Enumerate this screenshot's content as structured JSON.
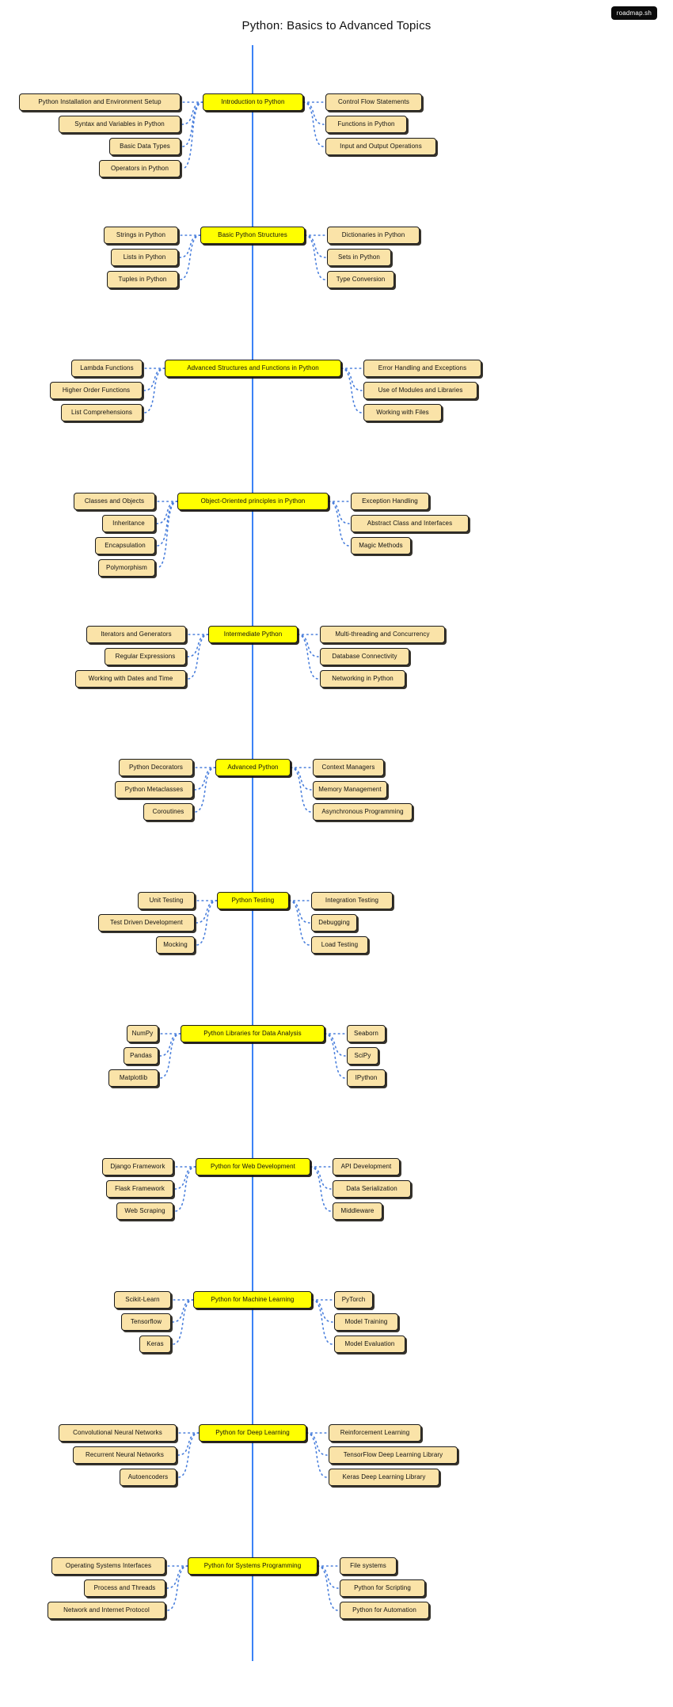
{
  "page": {
    "title": "Python: Basics to Advanced Topics",
    "badge": "roadmap.sh",
    "colors": {
      "root_fill": "#ffff00",
      "leaf_fill": "#fae3a8",
      "border": "#1b1b1b",
      "spine": "#3b82f6",
      "connector": "#4a7fdc",
      "background": "#ffffff",
      "badge_bg": "#0b0b0b",
      "text": "#111111"
    }
  },
  "sections": [
    {
      "root": "Introduction to Python",
      "left": [
        "Python Installation and Environment Setup",
        "Syntax and Variables in Python",
        "Basic Data Types",
        "Operators in Python"
      ],
      "right": [
        "Control Flow Statements",
        "Functions in Python",
        "Input and Output Operations"
      ]
    },
    {
      "root": "Basic Python Structures",
      "left": [
        "Strings in Python",
        "Lists in Python",
        "Tuples in Python"
      ],
      "right": [
        "Dictionaries in Python",
        "Sets in Python",
        "Type Conversion"
      ]
    },
    {
      "root": "Advanced Structures and Functions in Python",
      "left": [
        "Lambda Functions",
        "Higher Order Functions",
        "List Comprehensions"
      ],
      "right": [
        "Error Handling and Exceptions",
        "Use of Modules and Libraries",
        "Working with Files"
      ]
    },
    {
      "root": "Object-Oriented principles in Python",
      "left": [
        "Classes and Objects",
        "Inheritance",
        "Encapsulation",
        "Polymorphism"
      ],
      "right": [
        "Exception Handling",
        "Abstract Class and Interfaces",
        "Magic Methods"
      ]
    },
    {
      "root": "Intermediate Python",
      "left": [
        "Iterators and Generators",
        "Regular Expressions",
        "Working with Dates and Time"
      ],
      "right": [
        "Multi-threading and Concurrency",
        "Database Connectivity",
        "Networking in Python"
      ]
    },
    {
      "root": "Advanced Python",
      "left": [
        "Python Decorators",
        "Python Metaclasses",
        "Coroutines"
      ],
      "right": [
        "Context Managers",
        "Memory Management",
        "Asynchronous Programming"
      ]
    },
    {
      "root": "Python Testing",
      "left": [
        "Unit Testing",
        "Test Driven Development",
        "Mocking"
      ],
      "right": [
        "Integration Testing",
        "Debugging",
        "Load Testing"
      ]
    },
    {
      "root": "Python Libraries for Data Analysis",
      "left": [
        "NumPy",
        "Pandas",
        "Matplotlib"
      ],
      "right": [
        "Seaborn",
        "SciPy",
        "IPython"
      ]
    },
    {
      "root": "Python for Web Development",
      "left": [
        "Django Framework",
        "Flask Framework",
        "Web Scraping"
      ],
      "right": [
        "API Development",
        "Data Serialization",
        "Middleware"
      ]
    },
    {
      "root": "Python for Machine Learning",
      "left": [
        "Scikit-Learn",
        "Tensorflow",
        "Keras"
      ],
      "right": [
        "PyTorch",
        "Model Training",
        "Model Evaluation"
      ]
    },
    {
      "root": "Python for Deep Learning",
      "left": [
        "Convolutional Neural Networks",
        "Recurrent Neural Networks",
        "Autoencoders"
      ],
      "right": [
        "Reinforcement Learning",
        "TensorFlow Deep Learning Library",
        "Keras Deep Learning Library"
      ]
    },
    {
      "root": "Python for Systems Programming",
      "left": [
        "Operating Systems Interfaces",
        "Process and Threads",
        "Network and Internet Protocol"
      ],
      "right": [
        "File systems",
        "Python for Scripting",
        "Python for Automation"
      ]
    }
  ]
}
